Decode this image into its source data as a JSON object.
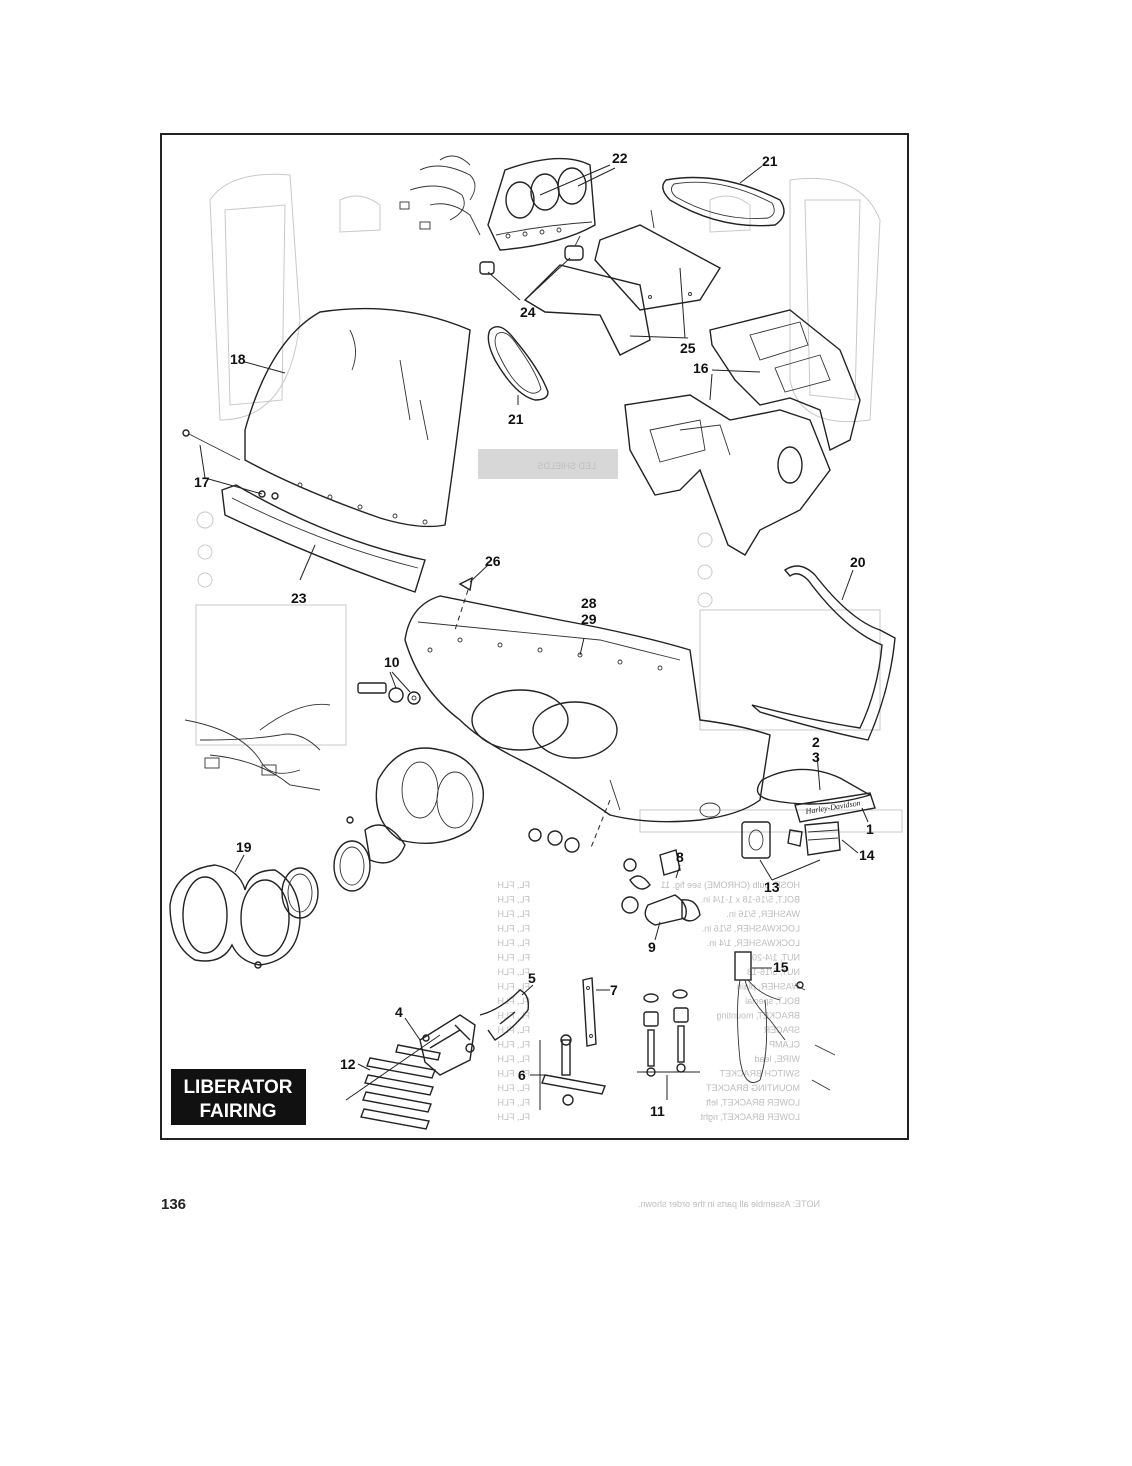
{
  "badge": {
    "line1": "LIBERATOR",
    "line2": "FAIRING"
  },
  "page_number": "136",
  "ghost_header": "LED SHIELDS",
  "ghost_footer": "NOTE: Assemble all parts in the order shown.",
  "ghost_table_rows": [
    "HOSE, bulb  (CHROME)  see fig. 11",
    "BOLT, 5/16-18 x 1-1/4 in.",
    "WASHER, 5/16 in.",
    "LOCKWASHER, 5/16 in.",
    "LOCKWASHER, 1/4 in.",
    "NUT, 1/4-20",
    "NUT, 5/16-18",
    "WASHER, plain",
    "BOLT, special",
    "BRACKET, mounting",
    "SPACER",
    "CLAMP",
    "WIRE, lead",
    "SWITCH BRACKET",
    "MOUNTING BRACKET",
    "LOWER BRACKET, left",
    "LOWER BRACKET, right"
  ],
  "ghost_models": [
    "FL, FLH",
    "FL, FLH",
    "FL, FLH",
    "FL, FLH",
    "FL, FLH",
    "FL, FLH",
    "FL, FLH",
    "FL, FLH",
    "FL, FLH",
    "FL, FLH",
    "FL, FLH",
    "FL, FLH",
    "FL, FLH",
    "FL, FLH",
    "FL, FLH",
    "FL, FLH",
    "FL, FLH"
  ],
  "callouts": [
    {
      "id": "c22",
      "text": "22"
    },
    {
      "id": "c21a",
      "text": "21"
    },
    {
      "id": "c24",
      "text": "24"
    },
    {
      "id": "c25",
      "text": "25"
    },
    {
      "id": "c16",
      "text": "16"
    },
    {
      "id": "c18",
      "text": "18"
    },
    {
      "id": "c21b",
      "text": "21"
    },
    {
      "id": "c17",
      "text": "17"
    },
    {
      "id": "c23",
      "text": "23"
    },
    {
      "id": "c26",
      "text": "26"
    },
    {
      "id": "c28",
      "text": "28"
    },
    {
      "id": "c29",
      "text": "29"
    },
    {
      "id": "c20",
      "text": "20"
    },
    {
      "id": "c10",
      "text": "10"
    },
    {
      "id": "c2",
      "text": "2"
    },
    {
      "id": "c3",
      "text": "3"
    },
    {
      "id": "c1",
      "text": "1"
    },
    {
      "id": "c14",
      "text": "14"
    },
    {
      "id": "c13",
      "text": "13"
    },
    {
      "id": "c8",
      "text": "8"
    },
    {
      "id": "c9",
      "text": "9"
    },
    {
      "id": "c19",
      "text": "19"
    },
    {
      "id": "c15",
      "text": "15"
    },
    {
      "id": "c5",
      "text": "5"
    },
    {
      "id": "c7",
      "text": "7"
    },
    {
      "id": "c4",
      "text": "4"
    },
    {
      "id": "c12",
      "text": "12"
    },
    {
      "id": "c6",
      "text": "6"
    },
    {
      "id": "c11",
      "text": "11"
    }
  ],
  "nameplate_text": "Harley-Davidson"
}
